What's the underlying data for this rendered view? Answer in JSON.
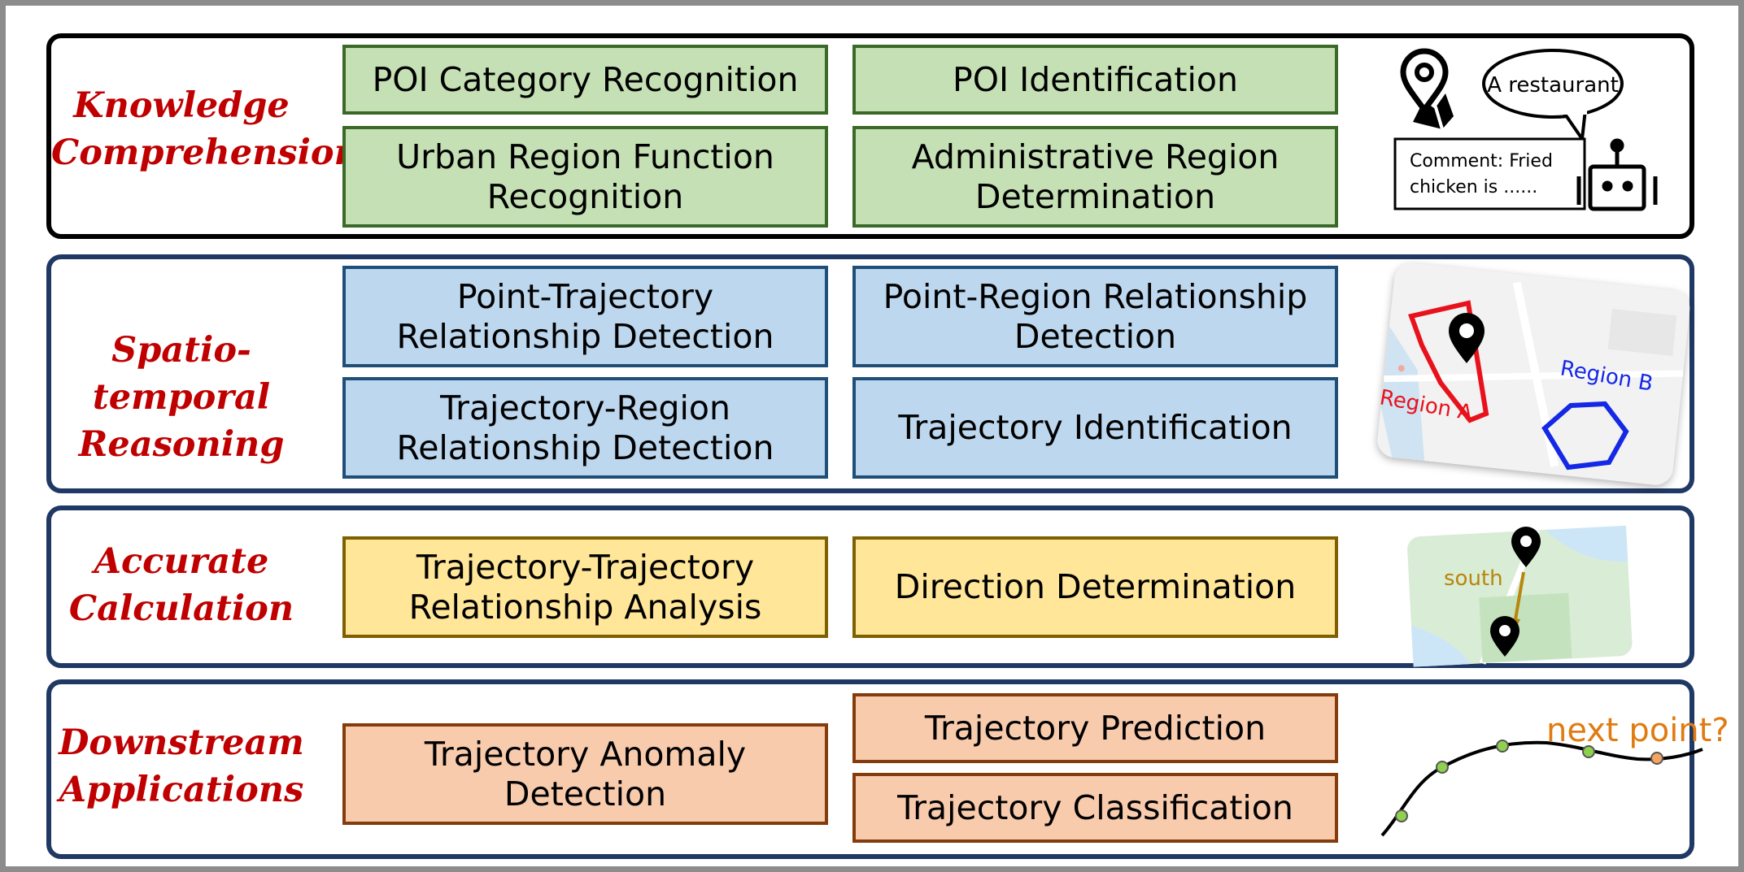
{
  "rows": [
    {
      "category": [
        "Knowledge",
        "Comprehension"
      ],
      "boxes": [
        "POI Category Recognition",
        "POI Identification",
        "Urban Region Function\nRecognition",
        "Administrative Region\nDetermination"
      ],
      "illustration": {
        "speech": "A restaurant",
        "comment": "Comment: Fried\nchicken is ......",
        "icons": [
          "map-pin-icon",
          "robot-icon"
        ]
      }
    },
    {
      "category": [
        "Spatio-temporal",
        "Reasoning"
      ],
      "boxes": [
        "Point-Trajectory\nRelationship Detection",
        "Point-Region Relationship\nDetection",
        "Trajectory-Region\nRelationship Detection",
        "Trajectory Identification"
      ],
      "illustration": {
        "region_a": "Region A",
        "region_b": "Region B",
        "colors": {
          "region_a": "#e8121c",
          "region_b": "#1428e6"
        }
      }
    },
    {
      "category": [
        "Accurate",
        "Calculation"
      ],
      "boxes": [
        "Trajectory-Trajectory\nRelationship Analysis",
        "Direction Determination"
      ],
      "illustration": {
        "direction": "south",
        "arrow_color": "#b8860b"
      }
    },
    {
      "category": [
        "Downstream",
        "Applications"
      ],
      "boxes": [
        "Trajectory Anomaly\nDetection",
        "Trajectory Prediction",
        "Trajectory Classification"
      ],
      "illustration": {
        "question": "next point?",
        "point_color": "#8fd14f",
        "next_point_color": "#f4a460"
      }
    }
  ],
  "colors": {
    "category_text": "#c00000",
    "green": "#c5e0b4",
    "blue": "#bdd7ee",
    "yellow": "#ffe699",
    "orange": "#f8cbad"
  }
}
